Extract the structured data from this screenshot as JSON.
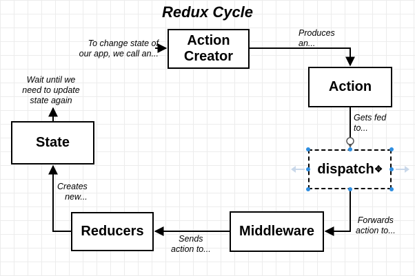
{
  "title": "Redux Cycle",
  "boxes": {
    "action_creator": [
      "Action",
      "Creator"
    ],
    "action": "Action",
    "state": "State",
    "dispatch": "dispatch",
    "middleware": "Middleware",
    "reducers": "Reducers"
  },
  "notes": {
    "change_state": [
      "To change state of",
      "our app, we call an..."
    ],
    "produces": [
      "Produces",
      "an..."
    ],
    "wait": [
      "Wait until we",
      "need to update",
      "state again"
    ],
    "gets_fed": [
      "Gets fed",
      "to..."
    ],
    "creates": [
      "Creates",
      "new..."
    ],
    "forwards": [
      "Forwards",
      "action to..."
    ],
    "sends": [
      "Sends",
      "action to..."
    ]
  },
  "icons": {
    "dispatch_cursor": "move-cursor-icon",
    "hook": "link-hook-icon"
  },
  "colors": {
    "selection": "#2f8ee0"
  }
}
